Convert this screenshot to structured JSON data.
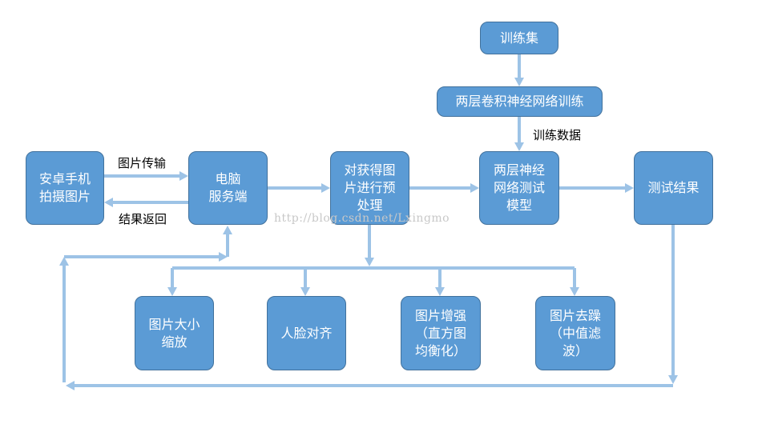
{
  "nodes": {
    "training_set": "训练集",
    "cnn_training": "两层卷积神经网络训练",
    "android_capture": "安卓手机\n拍摄图片",
    "pc_server": "电脑\n服务端",
    "preprocess": "对获得图\n片进行预\n处理",
    "cnn_model": "两层神经\n网络测试\n模型",
    "test_result": "测试结果",
    "resize": "图片大小\n缩放",
    "face_align": "人脸对齐",
    "enhance": "图片增强\n（直方图\n均衡化）",
    "denoise": "图片去躁\n（中值滤\n波）"
  },
  "edge_labels": {
    "image_transfer": "图片传输",
    "result_return": "结果返回",
    "training_data": "训练数据"
  },
  "watermark": "http://blog.csdn.net/Lxingmo",
  "colors": {
    "node_fill": "#5b9bd5",
    "node_border": "#41719c",
    "edge": "#9dc3e6"
  }
}
